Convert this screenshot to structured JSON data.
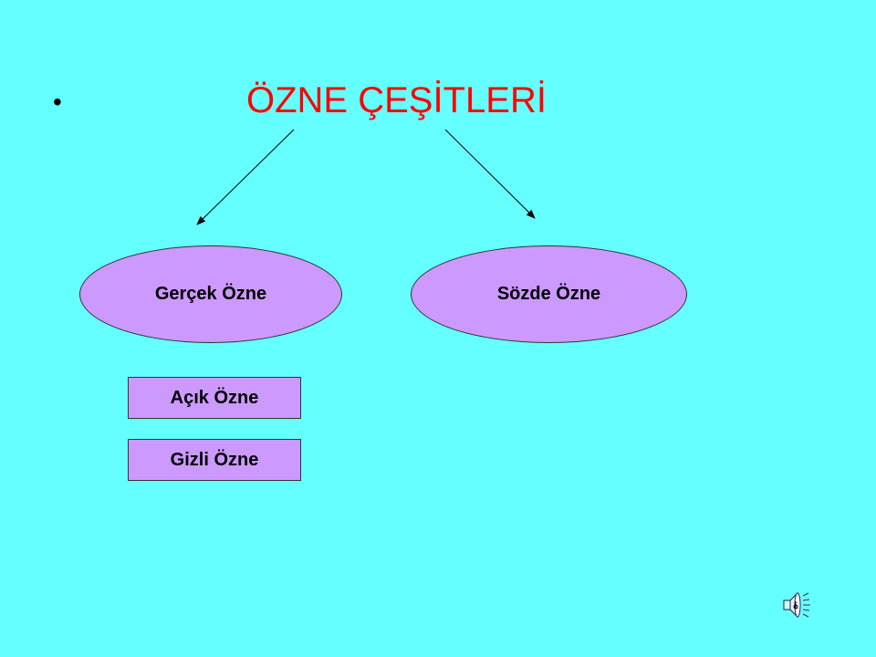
{
  "slide": {
    "bullet": "•",
    "title": "ÖZNE ÇEŞİTLERİ",
    "left_node": "Gerçek Özne",
    "right_node": "Sözde Özne",
    "sub_items": [
      "Açık Özne",
      "Gizli Özne"
    ]
  },
  "colors": {
    "background": "#66ffff",
    "title": "#ff0000",
    "node_fill": "#cc99ff"
  },
  "icons": {
    "sound": "speaker-icon"
  }
}
